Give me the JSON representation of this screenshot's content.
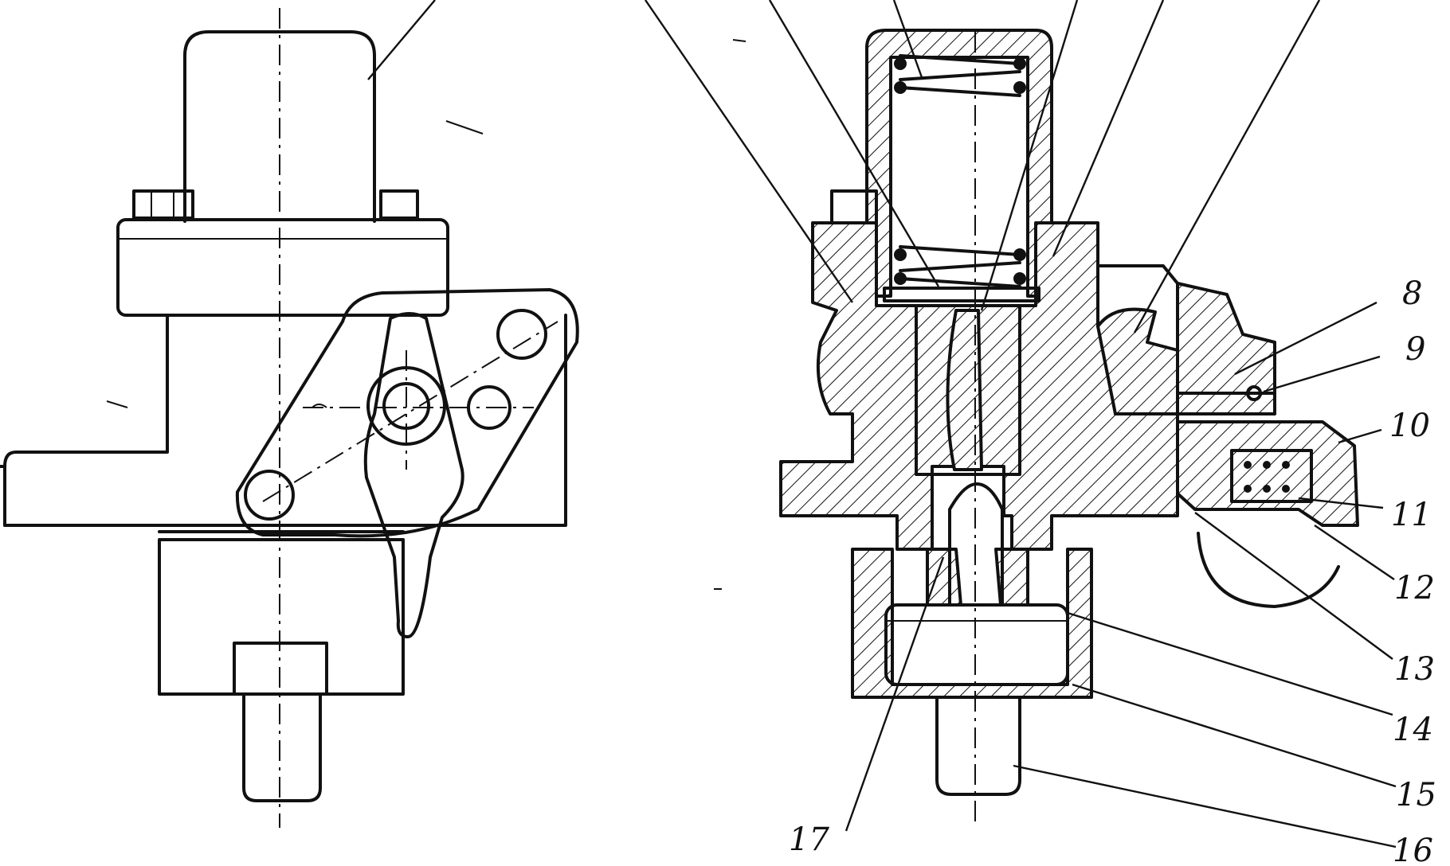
{
  "figure": {
    "callouts": [
      {
        "id": "c8",
        "text": "8"
      },
      {
        "id": "c9",
        "text": "9"
      },
      {
        "id": "c10",
        "text": "10"
      },
      {
        "id": "c11",
        "text": "11"
      },
      {
        "id": "c12",
        "text": "12"
      },
      {
        "id": "c13",
        "text": "13"
      },
      {
        "id": "c14",
        "text": "14"
      },
      {
        "id": "c15",
        "text": "15"
      },
      {
        "id": "c16",
        "text": "16"
      },
      {
        "id": "c17",
        "text": "17"
      }
    ]
  }
}
